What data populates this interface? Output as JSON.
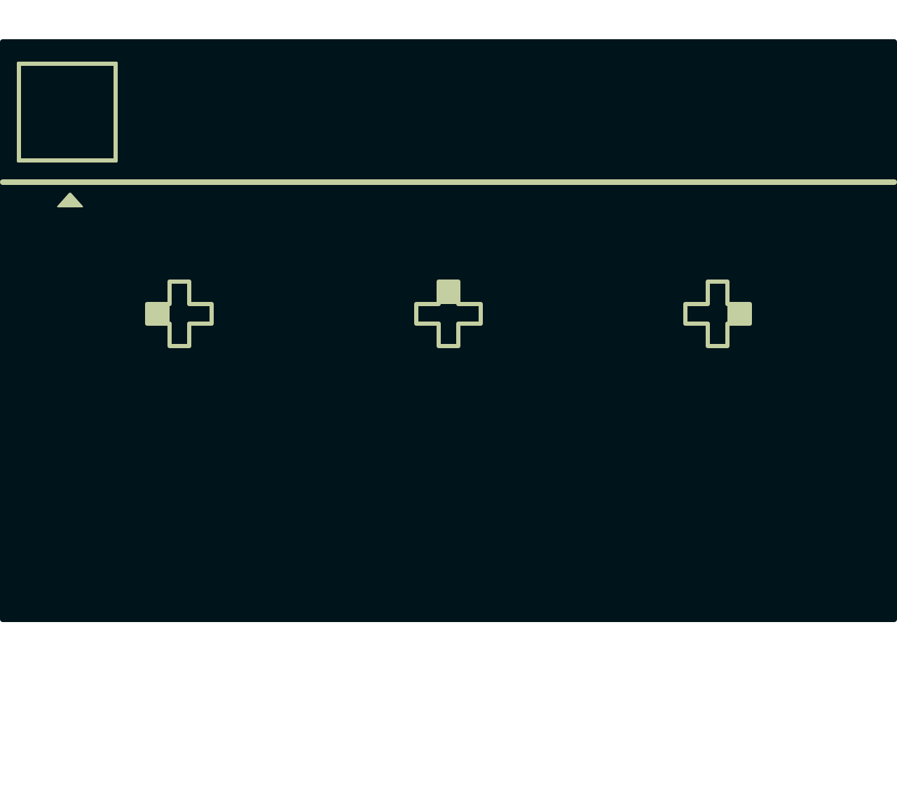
{
  "palette": {
    "screen": "#00141b",
    "ink": "#c4cfa1",
    "page": "#ffffff"
  },
  "inventory": {
    "slots": [
      {
        "name": "slot-1",
        "selected": true,
        "content": ""
      }
    ],
    "selector_icon": "triangle-up-icon"
  },
  "choices": [
    {
      "name": "dpad-left-choice",
      "icon": "dpad-icon",
      "highlighted_direction": "left"
    },
    {
      "name": "dpad-up-choice",
      "icon": "dpad-icon",
      "highlighted_direction": "up"
    },
    {
      "name": "dpad-right-choice",
      "icon": "dpad-icon",
      "highlighted_direction": "right"
    }
  ]
}
